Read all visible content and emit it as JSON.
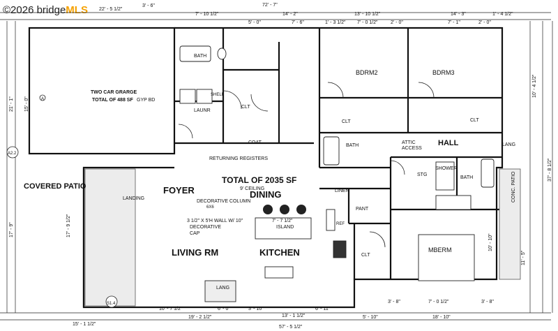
{
  "watermark": {
    "prefix": "©2026 bridge",
    "brand": "MLS",
    "brand_color": "#f5a100"
  },
  "plan": {
    "total": "TOTAL OF 2035 SF",
    "ceiling": "9' CEILING",
    "garage_title": "TWO CAR GRARGE",
    "garage_total": "TOTAL OF 488 SF",
    "gyp": "GYP BD",
    "returning": "RETURNING REGISTERS",
    "column_note_1": "DECORATIVE COLUMN",
    "column_note_2": "6X6",
    "wall_note_1": "3 1/2\" X 5'H WALL W/ 10\"",
    "wall_note_2": "DECORATIVE",
    "wall_note_3": "CAP",
    "island": "ISLAND",
    "island_dim": "7' - 7 1/2\"",
    "attic_1": "ATTIC",
    "attic_2": "ACCESS",
    "conc_patio": "CONC. PATIO"
  },
  "rooms": {
    "bath1": "BATH",
    "shelf": "SHELF",
    "laundry": "LAUNR",
    "clt1": "CLT",
    "coat": "COAT",
    "bdrm2": "BDRM2",
    "bdrm3": "BDRM3",
    "clt2": "CLT",
    "clt3": "CLT",
    "bath2": "BATH",
    "hall": "HALL",
    "shower": "SHOWER",
    "stg": "STG",
    "bath3": "BATH",
    "lang1": "LANG",
    "linen": "LINEN",
    "pant": "PANT",
    "ref": "REF",
    "clt4": "CLT",
    "mberm": "MBERM",
    "covered_patio": "COVERED PATIO",
    "landing": "LANDING",
    "foyer": "FOYER",
    "dining": "DINING",
    "living": "LIVING RM",
    "kitchen": "KITCHEN",
    "lang2": "LANG"
  },
  "dims_top": [
    "22' - 5 1/2\"",
    "3' - 6\"",
    "72' - 7\"",
    "7' - 10 1/2\"",
    "14' - 2\"",
    "13' - 10 1/2\"",
    "14' - 3\"",
    "1' - 4 1/2\""
  ],
  "dims_top2": [
    "5' - 0\"",
    "7' - 6\"",
    "1' - 3 1/2\"",
    "7' - 0 1/2\"",
    "2' - 0\"",
    "7' - 1\"",
    "2' - 0\""
  ],
  "dims_bottom": [
    "10' - 7 1/2\"",
    "6' - 0\"",
    "3' - 10\"",
    "13' - 1 1/2\"",
    "6' - 11\"",
    "3' - 8\"",
    "7' - 0 1/2\"",
    "3' - 8\""
  ],
  "dims_bottom2": [
    "15' - 1 1/2\"",
    "19' - 2 1/2\"",
    "57' - 5 1/2\"",
    "5' - 10\"",
    "18' - 10\""
  ],
  "dims_left": [
    "21' - 1\"",
    "15' - 0\"",
    "17' - 9\"",
    "17' - 9 1/2\""
  ],
  "dims_right": [
    "10' - 4 1/2\"",
    "37' - 8 1/2\"",
    "10' - 10\"",
    "11' - 5\""
  ],
  "tags": {
    "t1": "A",
    "t2": "S1.4",
    "t3": "A2.2"
  }
}
